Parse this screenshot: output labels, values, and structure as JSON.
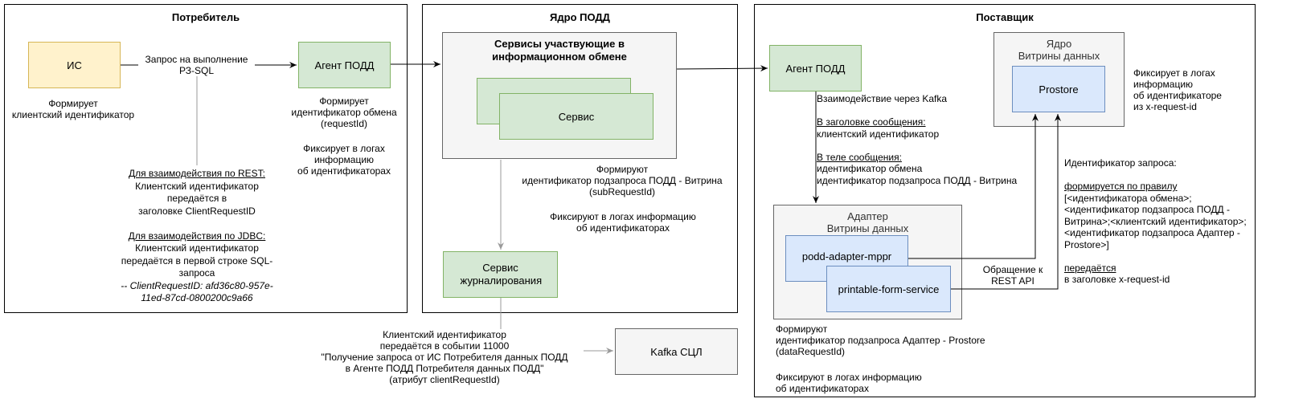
{
  "frames": {
    "consumer": "Потребитель",
    "core": "Ядро ПОДД",
    "supplier": "Поставщик"
  },
  "nodes": {
    "is": "ИС",
    "agent_consumer": "Агент ПОДД",
    "services_group": "Сервисы участвующие в информационном обмене",
    "service": "Сервис",
    "logging_service": "Сервис журналирования",
    "kafka_scl": "Kafka СЦЛ",
    "agent_supplier": "Агент ПОДД",
    "showcase_core_title_1": "Ядро",
    "showcase_core_title_2": "Витрины данных",
    "prostore": "Prostore",
    "adapter_title_1": "Адаптер",
    "adapter_title_2": "Витрины данных",
    "podd_adapter": "podd-adapter-mppr",
    "printable_form": "printable-form-service"
  },
  "labels": {
    "request_1": "Запрос на выполнение",
    "request_2": "РЗ-SQL",
    "is_forms_1": "Формирует",
    "is_forms_2": "клиентский идентификатор",
    "agent_forms_1": "Формирует",
    "agent_forms_2": "идентификатор обмена",
    "agent_forms_3": "(requestId)",
    "agent_logs_1": "Фиксирует в логах",
    "agent_logs_2": "информацию",
    "agent_logs_3": "об идентификаторах",
    "rest_title": "Для взаимодействия по REST:",
    "rest_1": "Клиентский идентификатор",
    "rest_2": "передаётся в",
    "rest_3": "заголовке ClientRequestID",
    "jdbc_title": "Для взаимодействия по JDBC:",
    "jdbc_1": "Клиентский идентификатор",
    "jdbc_2": "передаётся в первой строке SQL-",
    "jdbc_3": "запроса",
    "jdbc_4": "-- ClientRequestID: afd36c80-957e-",
    "jdbc_5": "11ed-87cd-0800200c9a66",
    "svc_forms_1": "Формируют",
    "svc_forms_2": "идентификатор подзапроса ПОДД - Витрина",
    "svc_forms_3": "(subRequestId)",
    "svc_logs_1": "Фиксируют в логах информацию",
    "svc_logs_2": "об идентификаторах",
    "event_1": "Клиентский идентификатор",
    "event_2": "передаётся в событии 11000",
    "event_3": "\"Получение запроса от ИС Потребителя данных ПОДД",
    "event_4": "в Агенте ПОДД Потребителя данных ПОДД\"",
    "event_5": "(атрибут clientRequestId)",
    "kafka_1": "Взаимодействие через Kafka",
    "kafka_header_title": "В заголовке сообщения:",
    "kafka_header_1": "клиентский идентификатор",
    "kafka_body_title": "В теле сообщения:",
    "kafka_body_1": "идентификатор обмена",
    "kafka_body_2": "идентификатор подзапроса ПОДД - Витрина",
    "prostore_logs_1": "Фиксирует в логах",
    "prostore_logs_2": "информацию",
    "prostore_logs_3": "об идентификаторе",
    "prostore_logs_4": "из x-request-id",
    "reqid_title": "Идентификатор запроса:",
    "reqid_rule": "формируется по правилу",
    "reqid_1": "[<идентификатора обмена>;",
    "reqid_2": "<идентификатор подзапроса ПОДД -",
    "reqid_3": "Витрина>;<клиентский идентификатор>;",
    "reqid_4": "<идентификатор подзапроса Адаптер -",
    "reqid_5": "Prostore>]",
    "reqid_passed": "передаётся",
    "reqid_passed_2": "в заголовке x-request-id",
    "rest_call_1": "Обращение к",
    "rest_call_2": "REST API",
    "adapter_forms_1": "Формируют",
    "adapter_forms_2": "идентификатор подзапроса Адаптер - Prostore",
    "adapter_forms_3": "(dataRequestId)",
    "adapter_logs_1": "Фиксируют в логах информацию",
    "adapter_logs_2": "об идентификаторах"
  },
  "colors": {
    "green_fill": "#d5e8d4",
    "green_stroke": "#82b366",
    "yellow_fill": "#fff2cc",
    "yellow_stroke": "#d6b656",
    "blue_fill": "#dae8fc",
    "blue_stroke": "#6c8ebf",
    "gray_fill": "#f5f5f5",
    "gray_stroke": "#666666"
  }
}
